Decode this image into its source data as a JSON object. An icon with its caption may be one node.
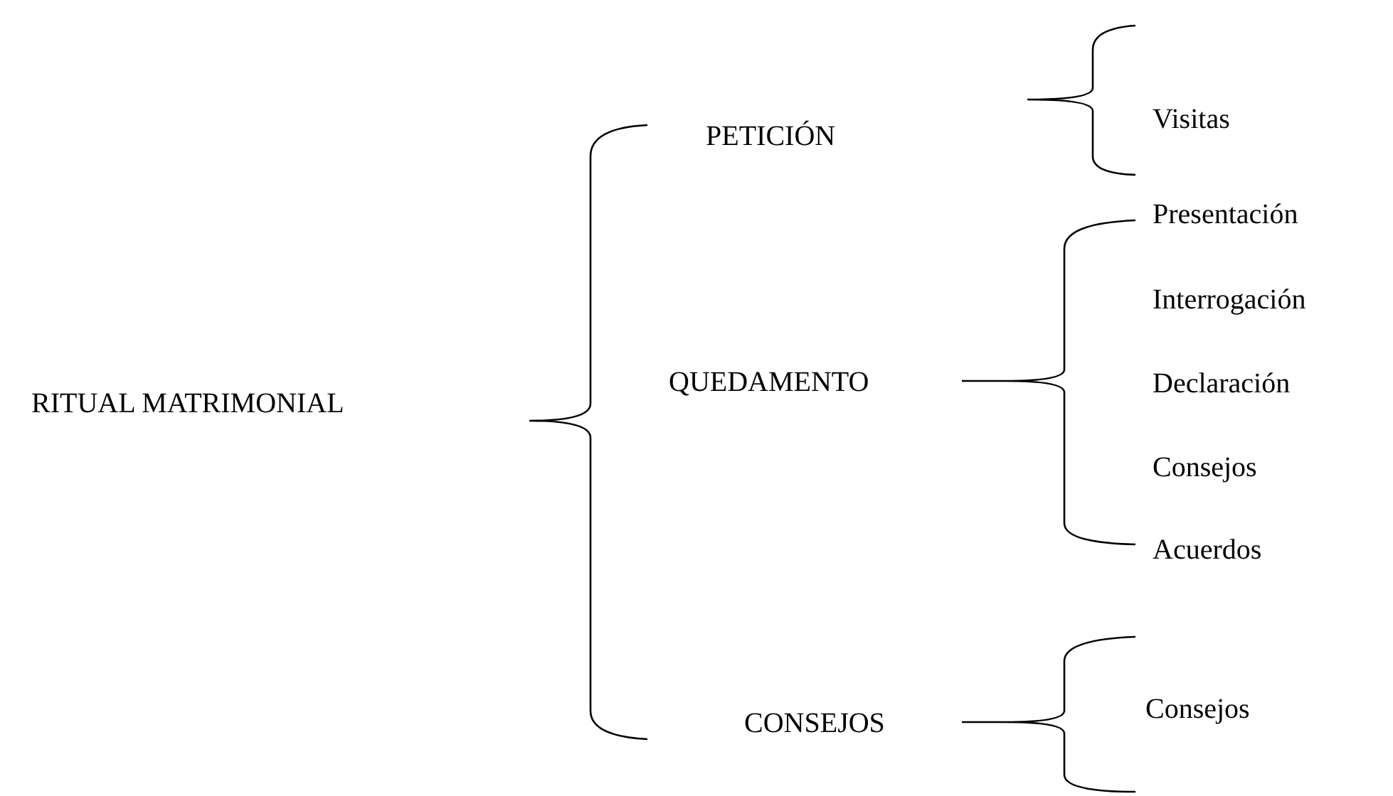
{
  "diagram": {
    "labels": [
      "RITUAL MATRIMONIAL",
      "PETICIÓN",
      "Visitas",
      "QUEDAMENTO",
      "Presentación",
      "Interrogación",
      "Declaración",
      "Consejos",
      "Acuerdos",
      "CONSEJOS",
      "Consejos"
    ]
  }
}
